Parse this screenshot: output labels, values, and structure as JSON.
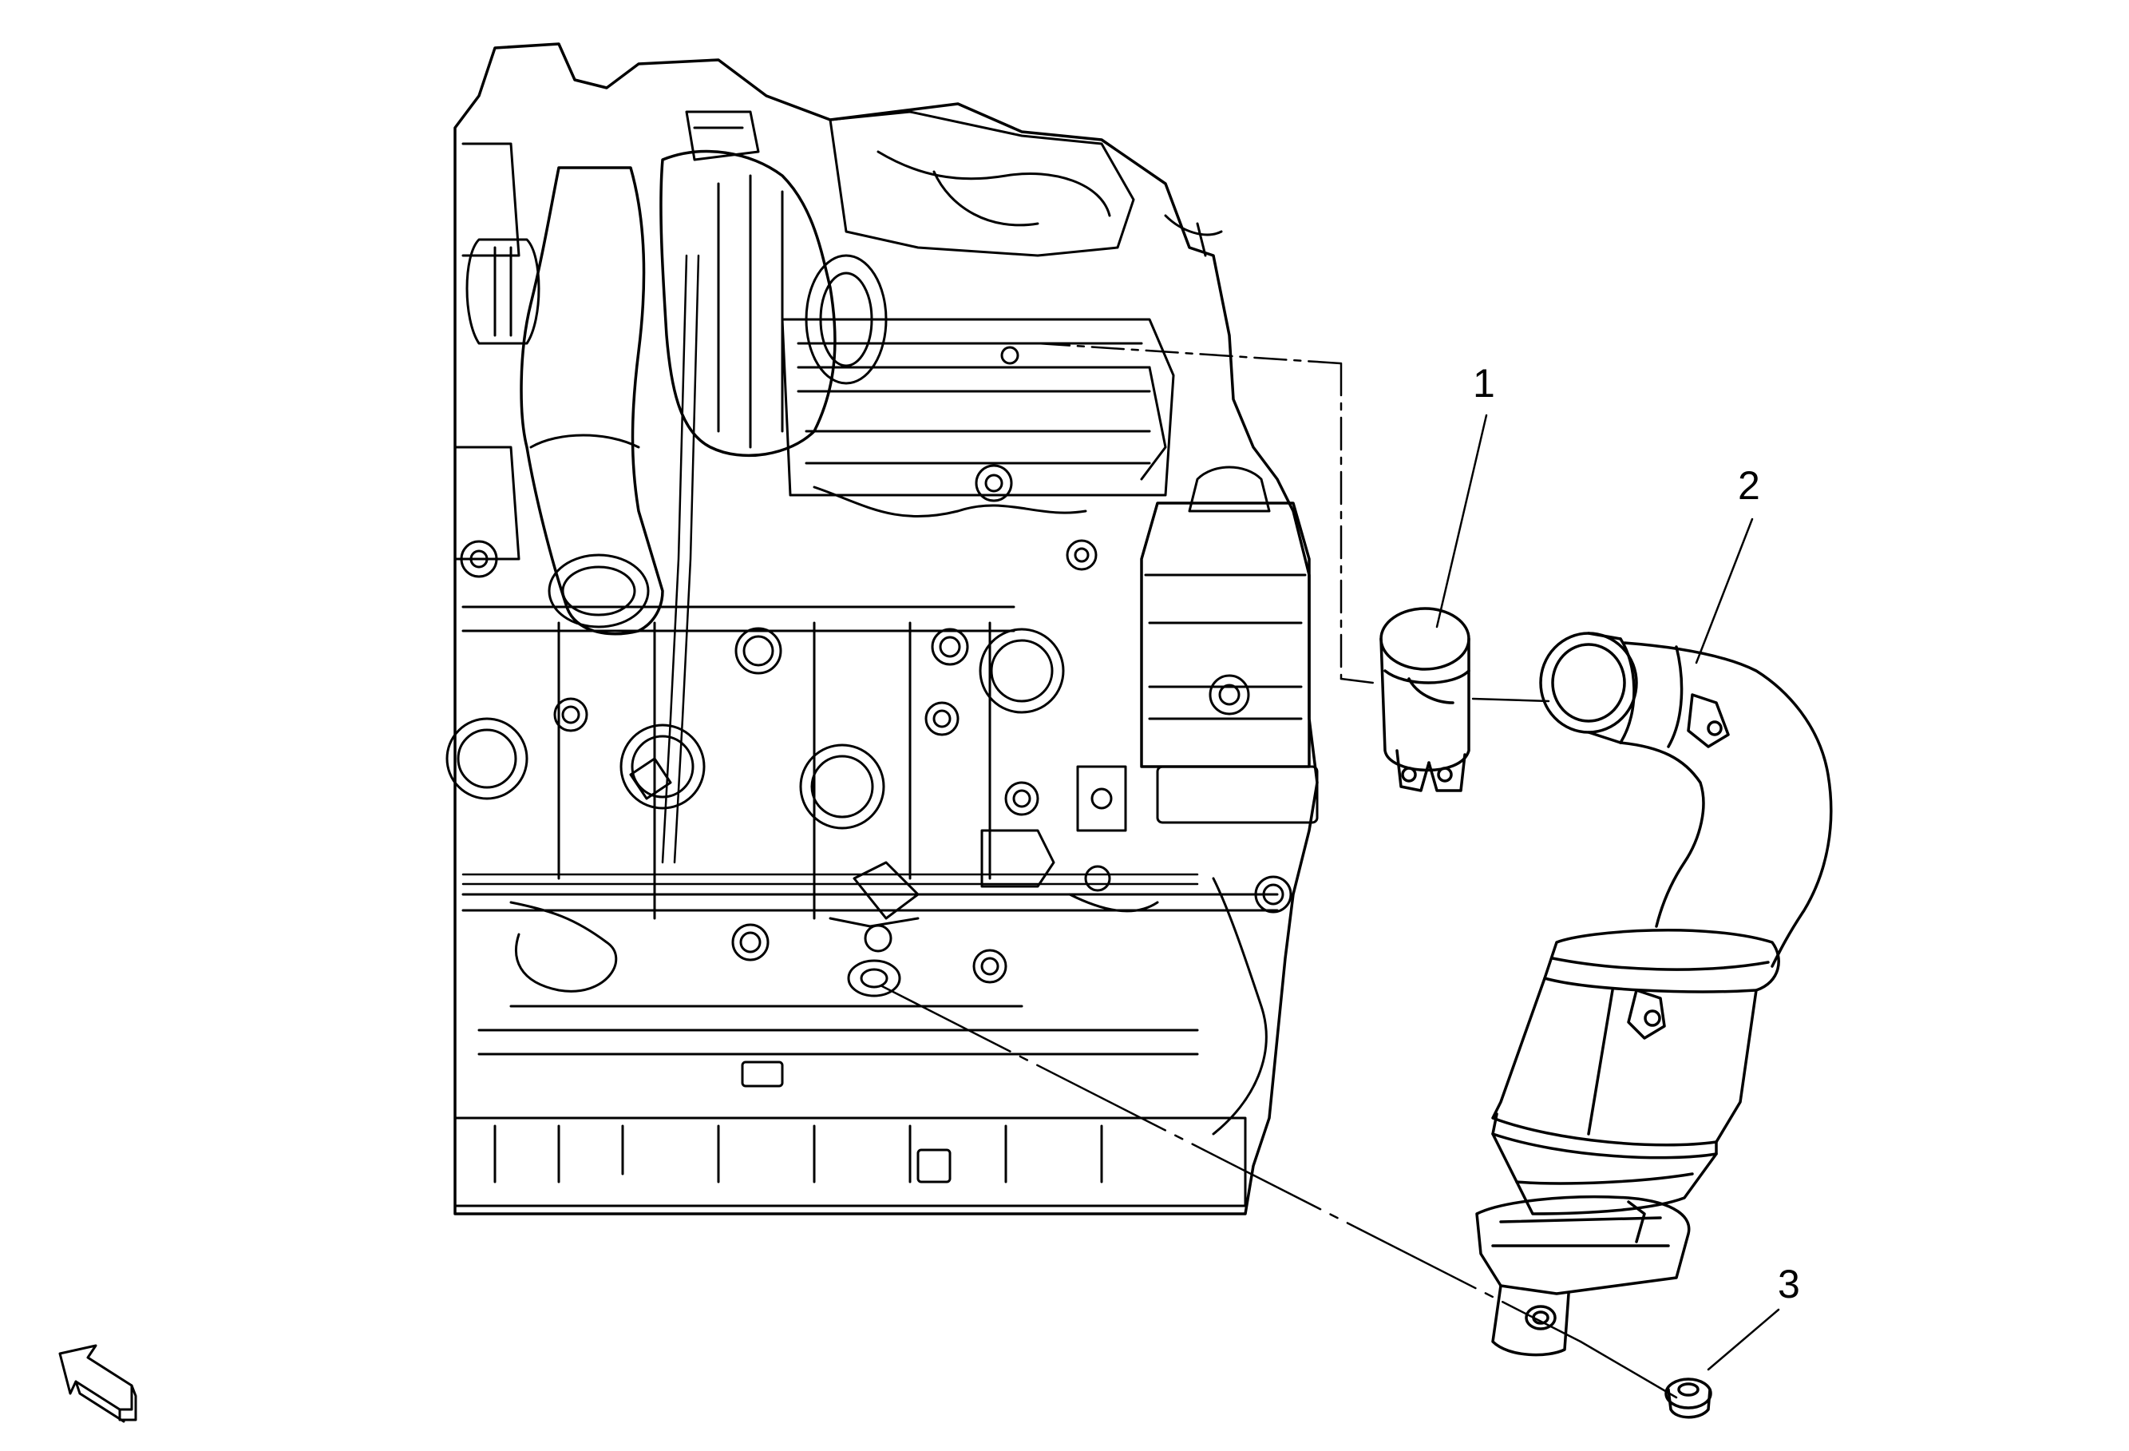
{
  "diagram": {
    "callouts": [
      {
        "id": "1",
        "label": "1"
      },
      {
        "id": "2",
        "label": "2"
      },
      {
        "id": "3",
        "label": "3"
      }
    ]
  },
  "colors": {
    "line": "#000000",
    "background": "#ffffff"
  },
  "icons": {
    "orientation_arrow": "front-direction-arrow-icon"
  }
}
